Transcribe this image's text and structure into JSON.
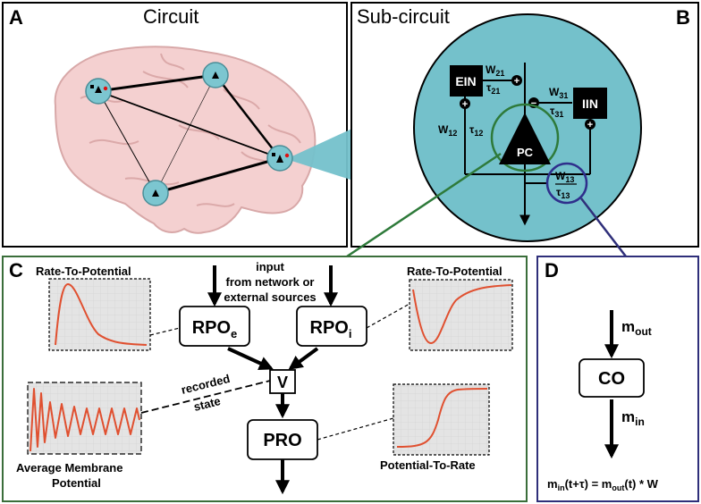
{
  "panels": {
    "a": {
      "letter": "A",
      "title": "Circuit"
    },
    "b": {
      "letter": "B",
      "title": "Sub-circuit"
    },
    "c": {
      "letter": "C"
    },
    "d": {
      "letter": "D"
    }
  },
  "subcircuit": {
    "ein": "EIN",
    "iin": "IIN",
    "pc": "PC",
    "w21": {
      "w": "W",
      "w_sub": "21",
      "tau": "τ",
      "tau_sub": "21"
    },
    "w31": {
      "w": "W",
      "w_sub": "31",
      "tau": "τ",
      "tau_sub": "31"
    },
    "w12": {
      "w": "W",
      "w_sub": "12",
      "tau": "τ",
      "tau_sub": "12"
    },
    "w13": {
      "w": "W",
      "w_sub": "13",
      "tau": "τ",
      "tau_sub": "13"
    },
    "plus_sign": "+",
    "minus_sign": "−"
  },
  "panel_c": {
    "input_line1": "input",
    "input_line2": "from network or",
    "input_line3": "external sources",
    "rpo_main": "RPO",
    "rpo_e_sub": "e",
    "rpo_i_sub": "i",
    "v_label": "V",
    "pro_label": "PRO",
    "recorded_line1": "recorded",
    "recorded_line2": "state",
    "rtp_left_title": "Rate-To-Potential",
    "rtp_right_title": "Rate-To-Potential",
    "amp_line1": "Average Membrane",
    "amp_line2": "Potential",
    "ptr_title": "Potential-To-Rate"
  },
  "panel_d": {
    "m": "m",
    "out_sub": "out",
    "in_sub": "in",
    "co_label": "CO",
    "eq_tail": "(t) * W",
    "eq_t": "(t+",
    "eq_tau": "τ",
    "eq_close": ")",
    "eq_equals": " = "
  },
  "colors": {
    "brain": "#f4d0d0",
    "brain_stroke": "#d4a4a4",
    "node": "#7cc6d0",
    "panel_c_border": "#3a6e3a",
    "panel_d_border": "#2f2f7a",
    "curve": "#e05030",
    "plot_bg": "#dcdcdc"
  }
}
